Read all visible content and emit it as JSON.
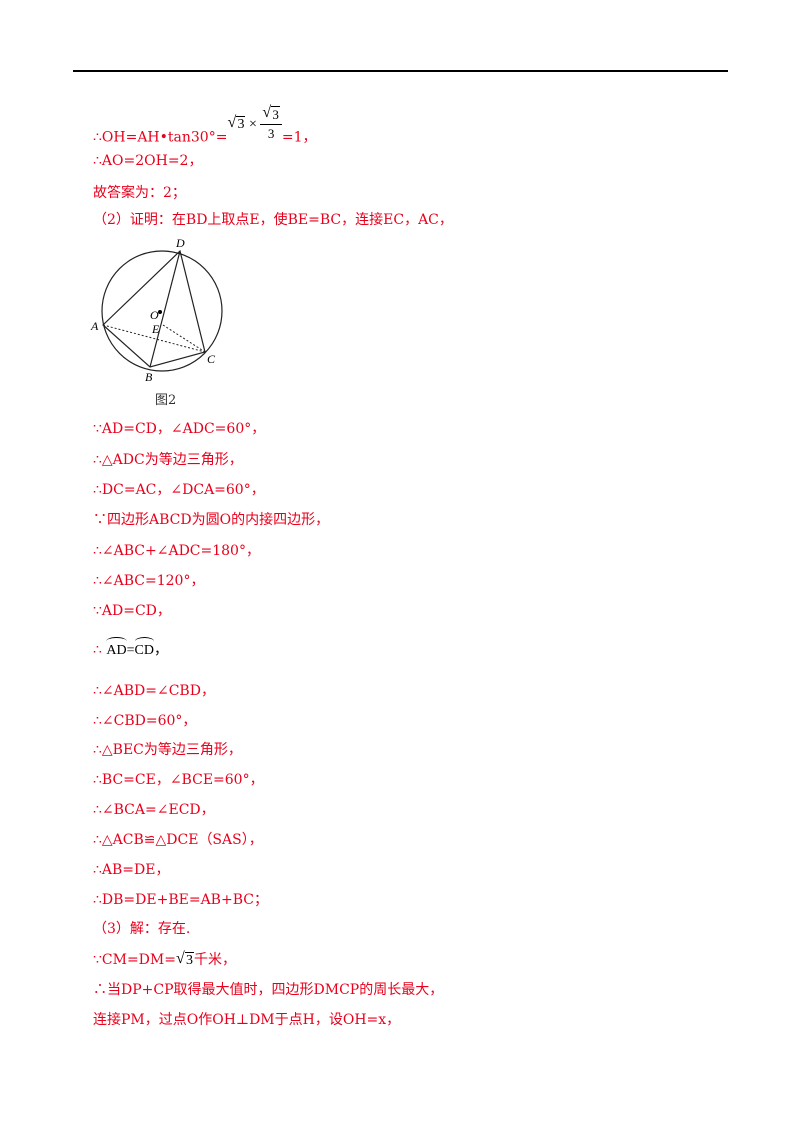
{
  "lines": {
    "l1_pre": "∴OH=AH•tan30°=",
    "l1_sqrt": "3",
    "l1_frac_num": "3",
    "l1_frac_den": "3",
    "l1_post": "=1，",
    "l2": "∴AO=2OH=2，",
    "l3": "故答案为：2；",
    "l4": "（2）证明：在BD上取点E，使BE=BC，连接EC，AC，",
    "l5": "∵AD=CD，∠ADC=60°，",
    "l6": "∴△ADC为等边三角形，",
    "l7": "∴DC=AC，∠DCA=60°，",
    "l8": "∵四边形ABCD为圆O的内接四边形，",
    "l9": "∴∠ABC+∠ADC=180°，",
    "l10": "∴∠ABC=120°，",
    "l11": "∵AD=CD，",
    "l12_pre": "∴ ",
    "l12_arc1": "AD",
    "l12_eq": "=",
    "l12_arc2": "CD",
    "l12_post": "，",
    "l13": "∴∠ABD=∠CBD，",
    "l14": "∴∠CBD=60°，",
    "l15": "∴△BEC为等边三角形，",
    "l16": "∴BC=CE，∠BCE=60°，",
    "l17": "∴∠BCA=∠ECD，",
    "l18": "∴△ACB≌△DCE（SAS），",
    "l19": "∴AB=DE，",
    "l20": "∴DB=DE+BE=AB+BC；",
    "l21": "（3）解：存在.",
    "l22_pre": "∵CM=DM=",
    "l22_sqrt": "3",
    "l22_post": "千米，",
    "l23": "∴当DP+CP取得最大值时，四边形DMCP的周长最大，",
    "l24": "连接PM，过点O作OH⊥DM于点H，设OH=x，"
  },
  "figure": {
    "labels": {
      "D": "D",
      "O": "O",
      "E": "E",
      "A": "A",
      "B": "B",
      "C": "C"
    },
    "caption": "图2"
  },
  "colors": {
    "solution_text": "#e8001c",
    "body_text": "#000000",
    "rule": "#000000"
  }
}
